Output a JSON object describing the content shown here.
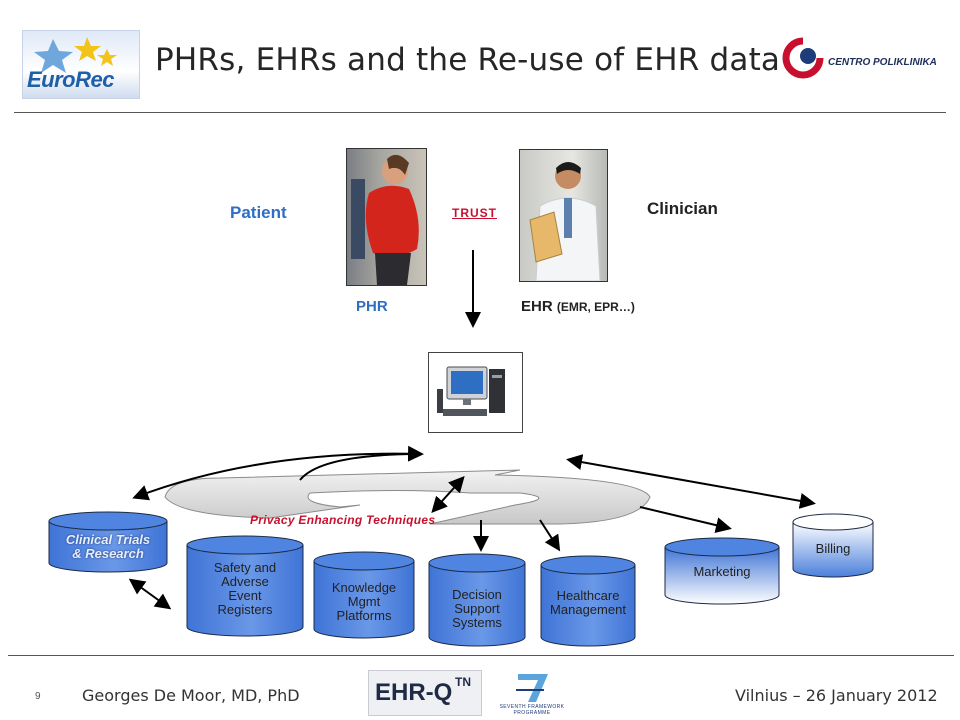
{
  "slide": {
    "title": "PHRs, EHRs and the Re-use of EHR data",
    "slide_number": "9",
    "footer_left": "Georges De Moor, MD, PhD",
    "footer_right": "Vilnius – 26 January 2012"
  },
  "logos": {
    "eurorec_text": "EuroRec",
    "centro_text": "CENTRO POLIKLINIKA",
    "ehrq_text": "EHR-Q",
    "ehrq_sup": "TN",
    "fp7_text": "SEVENTH FRAMEWORK PROGRAMME"
  },
  "actors": {
    "patient": "Patient",
    "clinician": "Clinician",
    "trust": "TRUST",
    "phr": "PHR",
    "ehr": "EHR",
    "ehr_sub": "(EMR, EPR…)"
  },
  "ring_label": "Privacy Enhancing Techniques",
  "targets": {
    "clinical_trials_l1": "Clinical Trials",
    "clinical_trials_l2": "& Research",
    "safety_l1": "Safety and",
    "safety_l2": "Adverse",
    "safety_l3": "Event",
    "safety_l4": "Registers",
    "knowledge_l1": "Knowledge",
    "knowledge_l2": "Mgmt",
    "knowledge_l3": "Platforms",
    "decision_l1": "Decision",
    "decision_l2": "Support",
    "decision_l3": "Systems",
    "healthcare_l1": "Healthcare",
    "healthcare_l2": "Management",
    "marketing": "Marketing",
    "billing": "Billing"
  },
  "colors": {
    "accent_blue": "#2e6fc4",
    "trust_red": "#c8102e",
    "cylinder_dark": "#3f74d6",
    "cylinder_light": "#ffffff"
  }
}
